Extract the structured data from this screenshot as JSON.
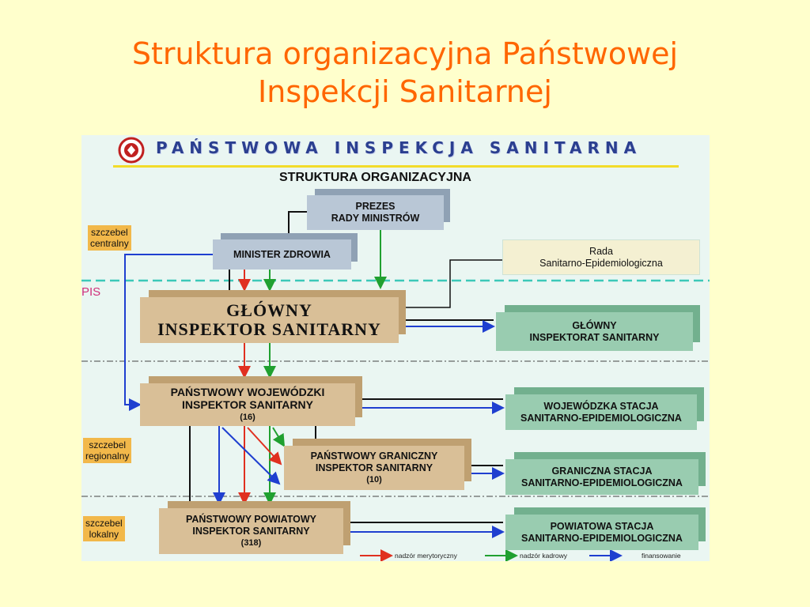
{
  "slide": {
    "title_line1": "Struktura organizacyjna Państwowej",
    "title_line2": "Inspekcji Sanitarnej"
  },
  "diagram": {
    "header": "PAŃSTWOWA INSPEKCJA SANITARNA",
    "subtitle": "STRUKTURA ORGANIZACYJNA",
    "levels": {
      "central": [
        "szczebel",
        "centralny"
      ],
      "regional": [
        "szczebel",
        "regionalny"
      ],
      "local": [
        "szczebel",
        "lokalny"
      ]
    },
    "pis_label": "PIS",
    "boxes": {
      "prezes": [
        "PREZES",
        "RADY MINISTRÓW"
      ],
      "minister": "MINISTER ZDROWIA",
      "rada": [
        "Rada",
        "Sanitarno-Epidemiologiczna"
      ],
      "gis": [
        "GŁÓWNY",
        "INSPEKTOR SANITARNY"
      ],
      "gis_office": [
        "GŁÓWNY",
        "INSPEKTORAT SANITARNY"
      ],
      "pwis": [
        "PAŃSTWOWY WOJEWÓDZKI",
        "INSPEKTOR SANITARNY",
        "(16)"
      ],
      "wsse": [
        "WOJEWÓDZKA STACJA",
        "SANITARNO-EPIDEMIOLOGICZNA"
      ],
      "pgis": [
        "PAŃSTWOWY GRANICZNY",
        "INSPEKTOR SANITARNY",
        "(10)"
      ],
      "gsse": [
        "GRANICZNA STACJA",
        "SANITARNO-EPIDEMIOLOGICZNA"
      ],
      "ppis": [
        "PAŃSTWOWY POWIATOWY",
        "INSPEKTOR SANITARNY",
        "(318)"
      ],
      "psse": [
        "POWIATOWA STACJA",
        "SANITARNO-EPIDEMIOLOGICZNA"
      ]
    },
    "legend": [
      {
        "label": "nadzór merytoryczny",
        "color": "#e03020"
      },
      {
        "label": "nadzór kadrowy",
        "color": "#20a030"
      },
      {
        "label": "finansowanie",
        "color": "#1f3fd0"
      }
    ],
    "colors": {
      "red": "#e03020",
      "green": "#20a030",
      "blue": "#1f3fd0",
      "black": "#111111"
    }
  }
}
